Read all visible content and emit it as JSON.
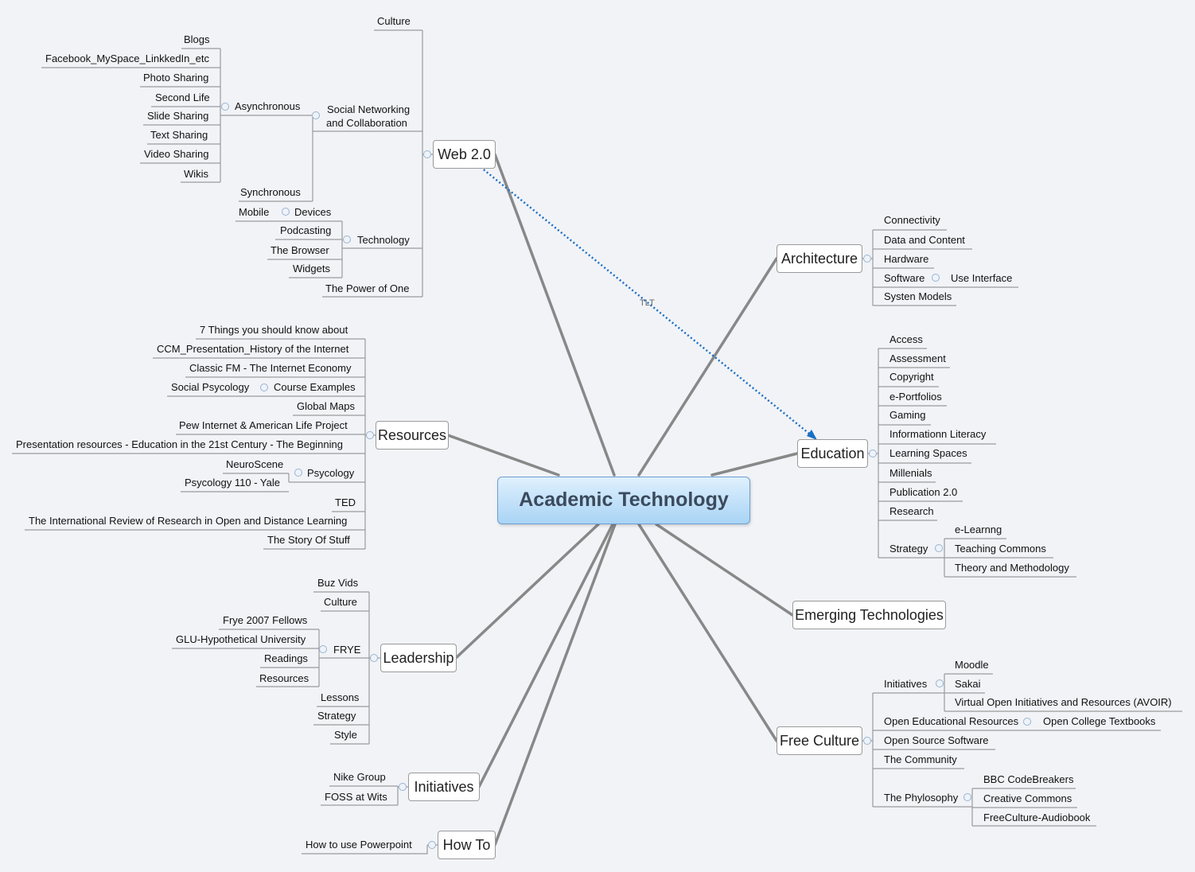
{
  "central": "Academic Technology",
  "relationship_label": "TLT",
  "nodes": {
    "web20": "Web 2.0",
    "culture": "Culture",
    "social": [
      "Social Networking",
      "and Collaboration"
    ],
    "asynchronous": "Asynchronous",
    "async_items": [
      "Blogs",
      "Facebook_MySpace_LinkkedIn_etc",
      "Photo Sharing",
      "Second Life",
      "Slide Sharing",
      "Text Sharing",
      "Video Sharing",
      "Wikis"
    ],
    "synchronous": "Synchronous",
    "technology": "Technology",
    "devices": "Devices",
    "mobile": "Mobile",
    "tech_items": [
      "Podcasting",
      "The Browser",
      "Widgets"
    ],
    "power": "The Power of One",
    "resources": "Resources",
    "resource_items": [
      "7 Things you should know about",
      "CCM_Presentation_History of the Internet",
      "Classic FM - The Internet Economy",
      "Course Examples",
      "Global Maps",
      "Pew Internet & American Life Project",
      "Presentation resources - Education in the 21st Century  - The Beginning",
      "Psycology",
      "TED",
      "The International Review of Research in Open and Distance Learning",
      "The Story Of Stuff"
    ],
    "social_psycology": "Social Psycology",
    "psych_items": [
      "NeuroScene",
      "Psycology 110 - Yale"
    ],
    "leadership": "Leadership",
    "leadership_items": [
      "Buz Vids",
      "Culture",
      "FRYE",
      "Lessons",
      "Strategy",
      "Style"
    ],
    "frye_items": [
      "Frye 2007 Fellows",
      "GLU-Hypothetical University",
      "Readings",
      "Resources"
    ],
    "initiatives": "Initiatives",
    "initiatives_items": [
      "Nike Group",
      "FOSS at Wits"
    ],
    "howto": "How To",
    "howto_items": [
      "How to use Powerpoint"
    ],
    "architecture": "Architecture",
    "arch_items": [
      "Connectivity",
      "Data and Content",
      "Hardware",
      "Software",
      "Systen Models"
    ],
    "use_interface": "Use Interface",
    "education": "Education",
    "edu_items": [
      "Access",
      "Assessment",
      "Copyright",
      "e-Portfolios",
      "Gaming",
      "Informationn Literacy",
      "Learning Spaces",
      "Millenials",
      "Publication 2.0",
      "Research",
      "Strategy"
    ],
    "strategy_items": [
      "e-Learnng",
      "Teaching Commons",
      "Theory and Methodology"
    ],
    "emerging": "Emerging Technologies",
    "free_culture": "Free Culture",
    "fc_items": [
      "Initiatives",
      "Open Educational Resources",
      "Open Source Software",
      "The Community",
      "The Phylosophy"
    ],
    "fc_init_items": [
      "Moodle",
      "Sakai",
      "Virtual Open Initiatives and Resources (AVOIR)"
    ],
    "oer_items": [
      "Open College Textbooks"
    ],
    "phil_items": [
      "BBC CodeBreakers",
      "Creative Commons",
      "FreeCulture-Audiobook"
    ]
  },
  "colors": {
    "branch": "#888888",
    "connector": "#9a9a9a",
    "relationship": "#1a6fc4",
    "central_border": "#6d9fd0"
  }
}
